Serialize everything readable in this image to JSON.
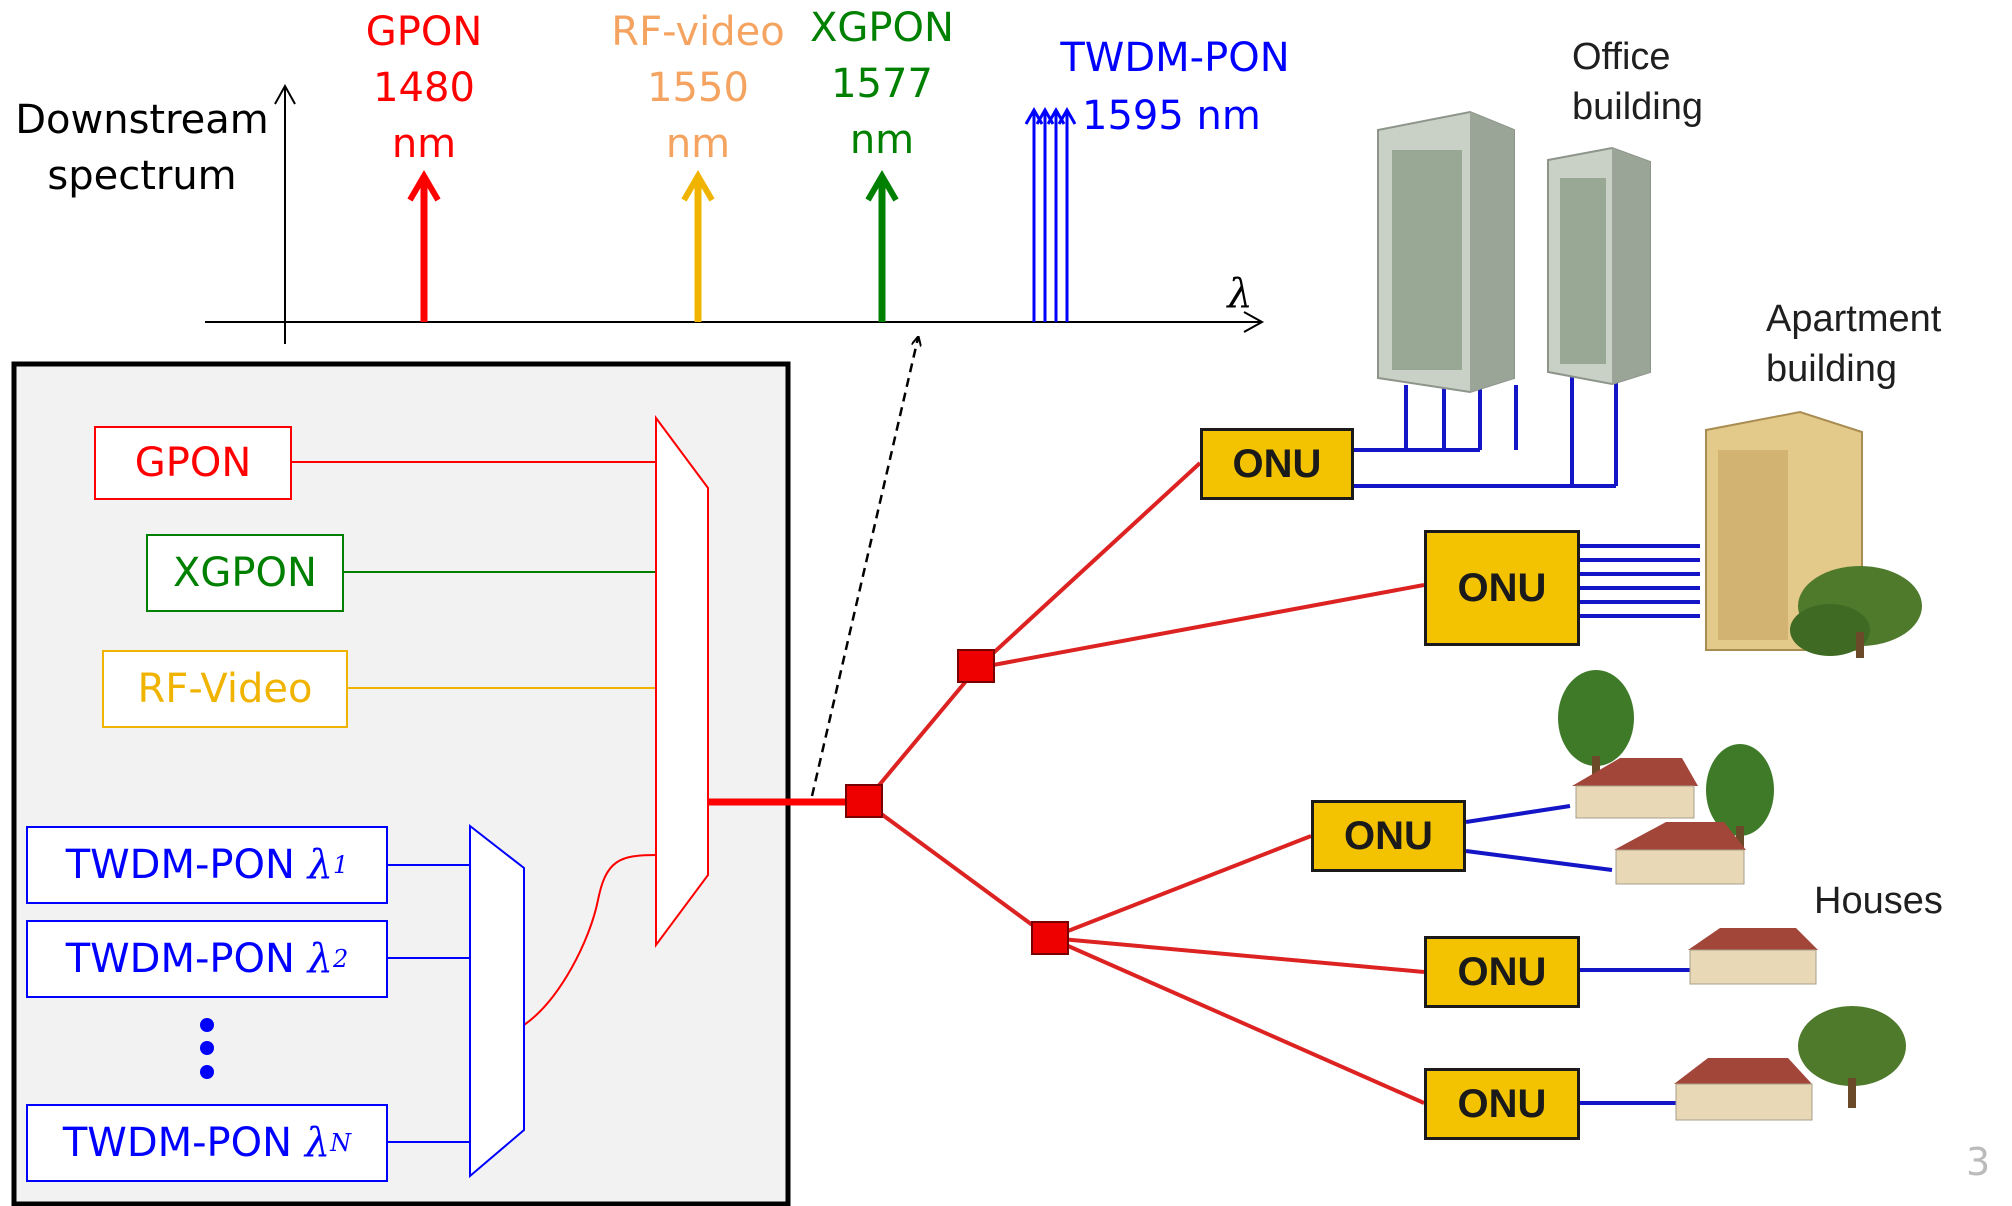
{
  "spectrum": {
    "axis_label": "Downstream\nspectrum",
    "lambda_symbol": "λ",
    "lines": [
      {
        "name": "GPON",
        "value": "1480",
        "unit": "nm",
        "color": "#ff0000"
      },
      {
        "name": "RF-video",
        "value": "1550",
        "unit": "nm",
        "color": "#f4a460"
      },
      {
        "name": "XGPON",
        "value": "1577",
        "unit": "nm",
        "color": "#008000"
      },
      {
        "name": "TWDM-PON",
        "value": "1595 nm",
        "color": "#0000ff"
      }
    ]
  },
  "olt": {
    "gpon_label": "GPON",
    "xgpon_label": "XGPON",
    "rfvideo_label": "RF-Video",
    "twdm_prefix": "TWDM-PON",
    "twdm_subscripts": [
      "1",
      "2",
      "N"
    ],
    "colors": {
      "gpon": "#ff0000",
      "xgpon": "#008000",
      "rf": "#f0b400",
      "twdm": "#0000ff"
    }
  },
  "network": {
    "onu_label": "ONU",
    "office_label": "Office\nbuilding",
    "apartment_label": "Apartment\nbuilding",
    "houses_label": "Houses",
    "page_number": "3"
  }
}
